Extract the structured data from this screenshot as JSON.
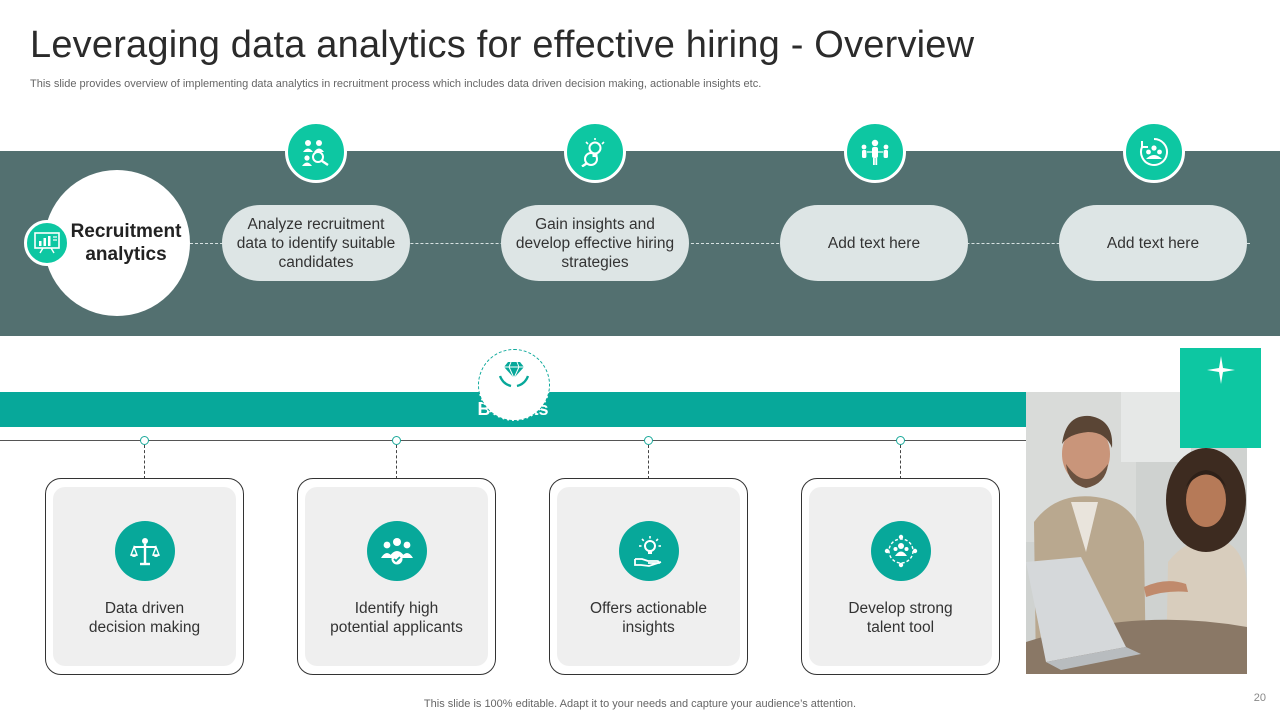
{
  "slide": {
    "title": "Leveraging data analytics for effective hiring - Overview",
    "subtitle": "This slide provides overview of implementing data analytics in recruitment process which includes data driven decision making, actionable insights etc.",
    "footer": "This slide is 100% editable. Adapt it to your needs and capture your audience’s attention.",
    "page_number": "20"
  },
  "hub": {
    "label": "Recruitment\nanalytics",
    "icon": "analytics-board-icon"
  },
  "steps": [
    {
      "text": "Analyze recruitment data to identify suitable candidates",
      "icon": "candidate-search-icon"
    },
    {
      "text": "Gain insights and develop effective hiring strategies",
      "icon": "lightbulb-insight-icon"
    },
    {
      "text": "Add text here",
      "icon": "team-network-icon"
    },
    {
      "text": "Add text here",
      "icon": "target-people-icon"
    }
  ],
  "benefits": {
    "header": "Benefits",
    "icon": "diamond-hands-icon",
    "items": [
      {
        "text": "Data driven\ndecision making",
        "icon": "balance-scale-icon"
      },
      {
        "text": "Identify high\npotential applicants",
        "icon": "group-check-icon"
      },
      {
        "text": "Offers actionable\ninsights",
        "icon": "idea-hand-icon"
      },
      {
        "text": "Develop strong\ntalent tool",
        "icon": "talent-network-icon"
      }
    ]
  },
  "colors": {
    "band": "#537070",
    "accent_green": "#0dc7a2",
    "teal": "#07a89a",
    "pill": "#dde5e5",
    "card_inner": "#efefef"
  }
}
